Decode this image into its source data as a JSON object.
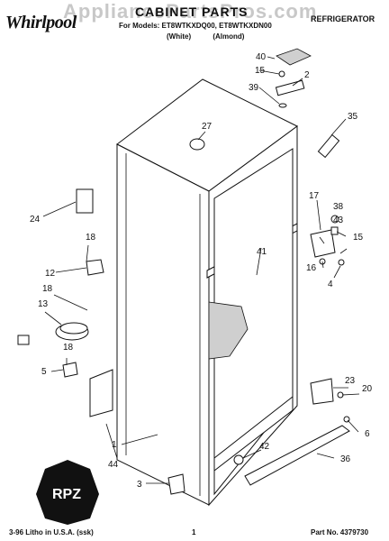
{
  "header": {
    "brand": "Whirlpool",
    "watermark": "AppliancePartsPros.com",
    "title": "CABINET PARTS",
    "category": "REFRIGERATOR",
    "models": "For Models: ET8WTKXDQ00, ET8WTKXDN00",
    "colors": "(White) (Almond)"
  },
  "footer": {
    "litho": "3-96 Litho in U.S.A. (ssk)",
    "page": "1",
    "part_no": "Part No. 4379730"
  },
  "callouts": [
    "40",
    "15",
    "2",
    "39",
    "27",
    "35",
    "17",
    "38",
    "43",
    "15",
    "16",
    "4",
    "41",
    "24",
    "18",
    "12",
    "13",
    "18",
    "18",
    "5",
    "23",
    "20",
    "6",
    "1",
    "44",
    "42",
    "36",
    "3"
  ]
}
